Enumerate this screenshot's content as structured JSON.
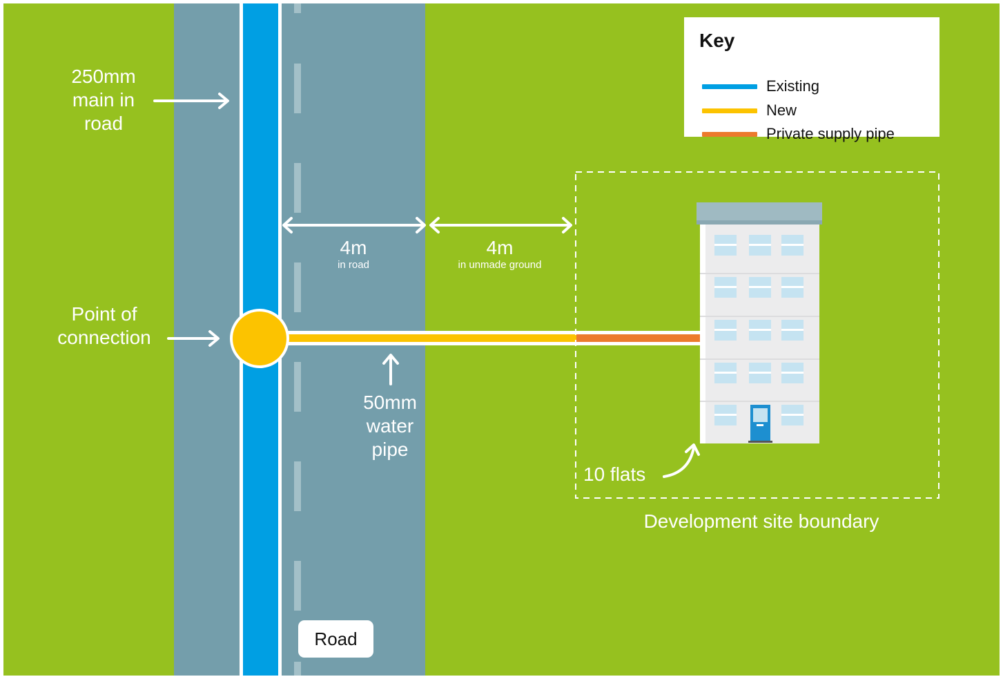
{
  "colors": {
    "grass": "#96c11f",
    "road": "#749eab",
    "existing": "#009fe3",
    "new": "#fcc300",
    "private": "#ec7a2c",
    "white": "#ffffff"
  },
  "key": {
    "title": "Key",
    "items": [
      {
        "label": "Existing",
        "color": "#009fe3"
      },
      {
        "label": "New",
        "color": "#fcc300"
      },
      {
        "label": "Private supply pipe",
        "color": "#ec7a2c"
      }
    ]
  },
  "labels": {
    "main_line1": "250mm",
    "main_line2": "main in",
    "main_line3": "road",
    "connection_line1": "Point of",
    "connection_line2": "connection",
    "dim_road_value": "4m",
    "dim_road_sub": "in road",
    "dim_ground_value": "4m",
    "dim_ground_sub": "in unmade ground",
    "pipe_line1": "50mm",
    "pipe_line2": "water",
    "pipe_line3": "pipe",
    "flats": "10 flats",
    "boundary": "Development site boundary",
    "road": "Road"
  }
}
